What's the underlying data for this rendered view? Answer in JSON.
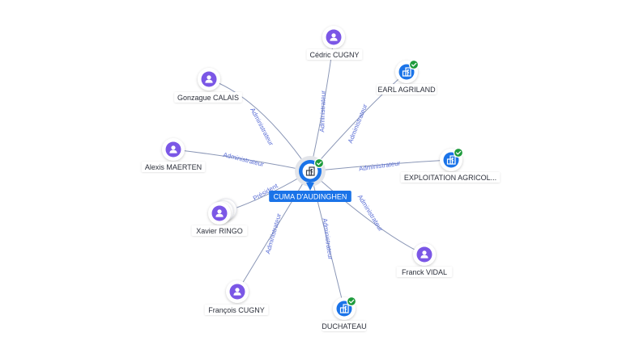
{
  "colors": {
    "person": "#7b57e6",
    "company": "#1a73e8",
    "verified": "#1e9b3c",
    "edge": "#8a96b6",
    "edge_label": "#5b6fd6"
  },
  "center": {
    "label": "CUMA D'AUDINGHEN",
    "icon": "building-icon",
    "verified": true
  },
  "nodes": [
    {
      "id": "cedric-cugny",
      "label": "Cédric CUGNY",
      "type": "person",
      "icon": "person-icon",
      "edge_label": "Administrateur"
    },
    {
      "id": "earl-agriland",
      "label": "EARL AGRILAND",
      "type": "company",
      "icon": "building-icon",
      "verified": true,
      "edge_label": "Administrateur"
    },
    {
      "id": "gonzague-calais",
      "label": "Gonzague CALAIS",
      "type": "person",
      "icon": "person-icon",
      "edge_label": "Administrateur"
    },
    {
      "id": "alexis-maerten",
      "label": "Alexis MAERTEN",
      "type": "person",
      "icon": "person-icon",
      "edge_label": "Administrateur"
    },
    {
      "id": "exploitation-agricole",
      "label": "EXPLOITATION AGRICOL...",
      "type": "company",
      "icon": "building-icon",
      "verified": true,
      "edge_label": "Administrateur"
    },
    {
      "id": "xavier-ringo",
      "label": "Xavier RINGO",
      "type": "person",
      "icon": "person-icon",
      "edge_label": "Président"
    },
    {
      "id": "franck-vidal",
      "label": "Franck VIDAL",
      "type": "person",
      "icon": "person-icon",
      "edge_label": "Administrateur"
    },
    {
      "id": "francois-cugny",
      "label": "François CUGNY",
      "type": "person",
      "icon": "person-icon",
      "edge_label": "Administrateur"
    },
    {
      "id": "duchateau",
      "label": "DUCHATEAU",
      "type": "company",
      "icon": "building-icon",
      "verified": true,
      "edge_label": "Administrateur"
    }
  ]
}
